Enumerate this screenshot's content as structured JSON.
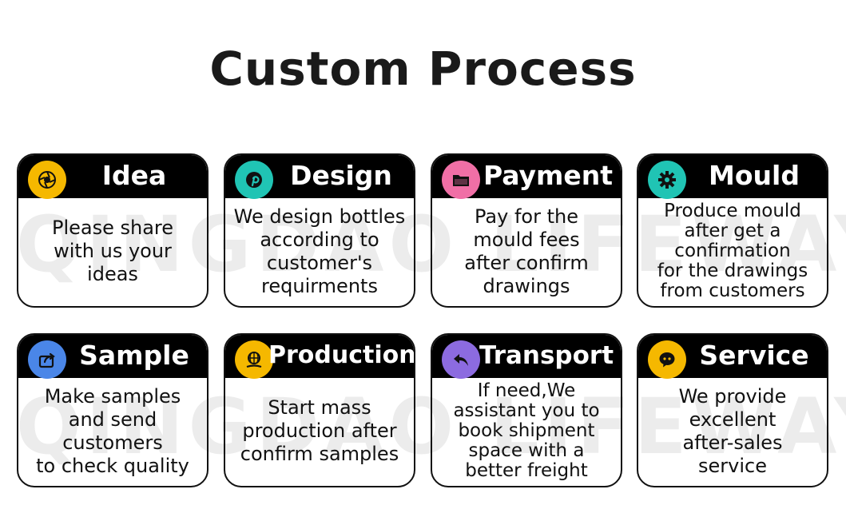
{
  "title": "Custom Process",
  "watermark": "QINGDAO LIFEWAY",
  "steps": [
    {
      "name": "Idea",
      "icon": "aperture-icon",
      "color": "#f5b800",
      "lines": [
        "Please share",
        "with us your",
        "ideas"
      ]
    },
    {
      "name": "Design",
      "icon": "pinterest-icon",
      "color": "#20c4b4",
      "lines": [
        "We design bottles",
        "according to",
        "customer's",
        "requirments"
      ]
    },
    {
      "name": "Payment",
      "icon": "folder-icon",
      "color": "#f06fa6",
      "lines": [
        "Pay for the",
        "mould fees",
        "after confirm",
        "drawings"
      ]
    },
    {
      "name": "Mould",
      "icon": "gear-icon",
      "color": "#20c4b4",
      "lines": [
        "Produce mould",
        "after get a",
        "confirmation",
        "for the drawings",
        "from customers"
      ]
    },
    {
      "name": "Sample",
      "icon": "share-icon",
      "color": "#4a86e8",
      "lines": [
        "Make samples",
        "and send",
        "customers",
        "to check quality"
      ]
    },
    {
      "name": "Production",
      "icon": "globe-hand-icon",
      "color": "#f5b800",
      "lines": [
        "Start mass",
        "production after",
        "confirm samples"
      ]
    },
    {
      "name": "Transport",
      "icon": "reply-arrow-icon",
      "color": "#8c6be0",
      "lines": [
        "If need,We",
        "assistant you to",
        "book shipment",
        "space with a",
        "better freight"
      ]
    },
    {
      "name": "Service",
      "icon": "chat-bubble-icon",
      "color": "#f5b800",
      "lines": [
        "We provide",
        "excellent",
        "after-sales",
        "service"
      ]
    }
  ]
}
